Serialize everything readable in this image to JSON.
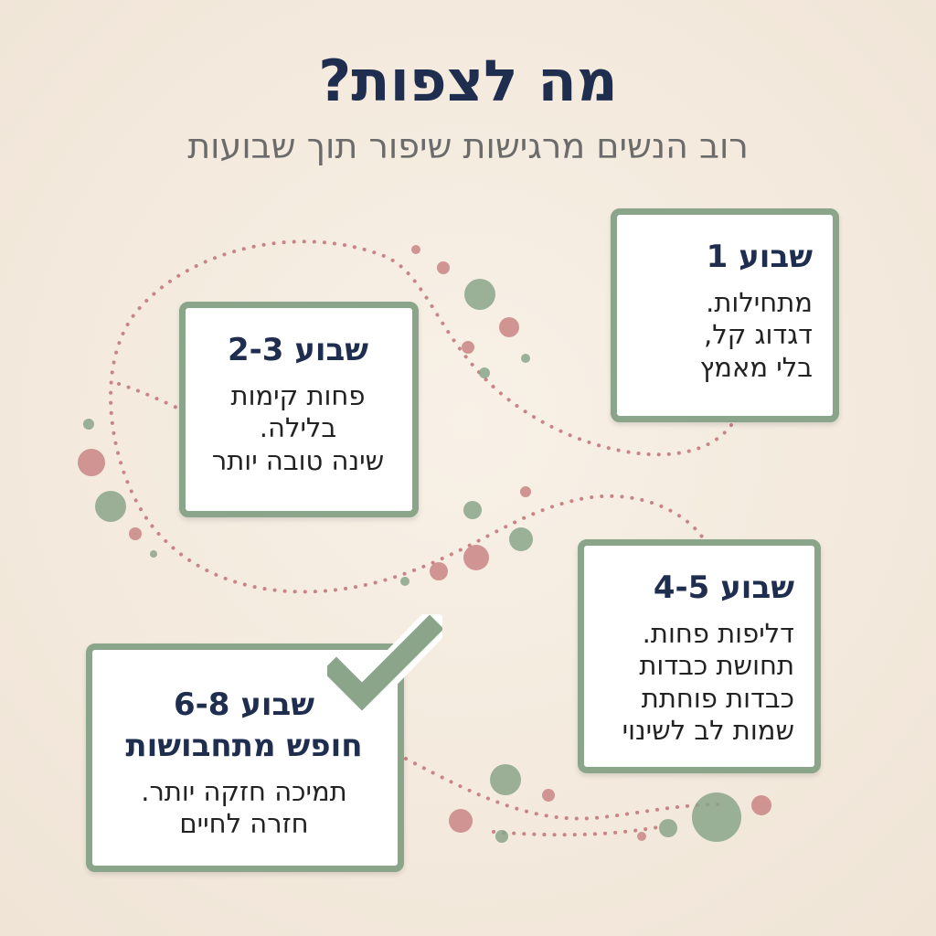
{
  "header": {
    "title": "מה לצפות?",
    "subtitle": "רוב הנשים מרגישות שיפור תוך שבועות"
  },
  "cards": [
    {
      "id": "week1",
      "title": "שבוע 1",
      "lines": [
        "מתחילות.",
        "דגדוג קל,",
        "בלי מאמץ"
      ]
    },
    {
      "id": "week23",
      "title": "שבוע 2-3",
      "lines": [
        "פחות קימות",
        "בלילה.",
        "שינה טובה יותר"
      ]
    },
    {
      "id": "week45",
      "title": "שבוע 4-5",
      "lines": [
        "דליפות פחות.",
        "תחושת כבדות",
        "כבדות פוחתת",
        "שמות לב לשינוי"
      ]
    },
    {
      "id": "week68",
      "title": "שבוע 6-8",
      "subtitle": "חופש מתחבושות",
      "lines": [
        "תמיכה חזקה יותר.",
        "חזרה לחיים"
      ]
    }
  ],
  "colors": {
    "accent_green": "#8aa58a",
    "accent_rose": "#c98585",
    "title_navy": "#1f2e4f",
    "background": "#f4ebdf"
  },
  "icons": {
    "completion": "checkmark-icon"
  }
}
